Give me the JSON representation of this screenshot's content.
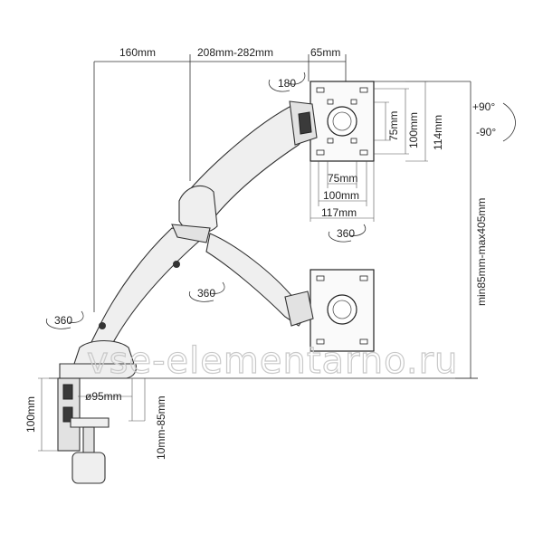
{
  "labels": {
    "dim_160": "160mm",
    "dim_208_282": "208mm-282mm",
    "dim_65": "65mm",
    "rot_180": "180",
    "dim_75_v": "75mm",
    "dim_100_v": "100mm",
    "dim_114_v": "114mm",
    "tilt_plus": "+90°",
    "tilt_minus": "-90°",
    "dim_75_h": "75mm",
    "dim_100_h": "100mm",
    "dim_117_h": "117mm",
    "rot_360_head": "360",
    "rot_360_mid": "360",
    "rot_360_base": "360",
    "height_range": "min85mm-max405mm",
    "dim_diameter": "ø95mm",
    "dim_clamp_height": "100mm",
    "dim_clamp_range": "10mm-85mm"
  },
  "watermark": "vse-elementarno.ru",
  "colors": {
    "line": "#333333",
    "part_fill": "#efefef",
    "watermark": "#c9c9c9"
  }
}
